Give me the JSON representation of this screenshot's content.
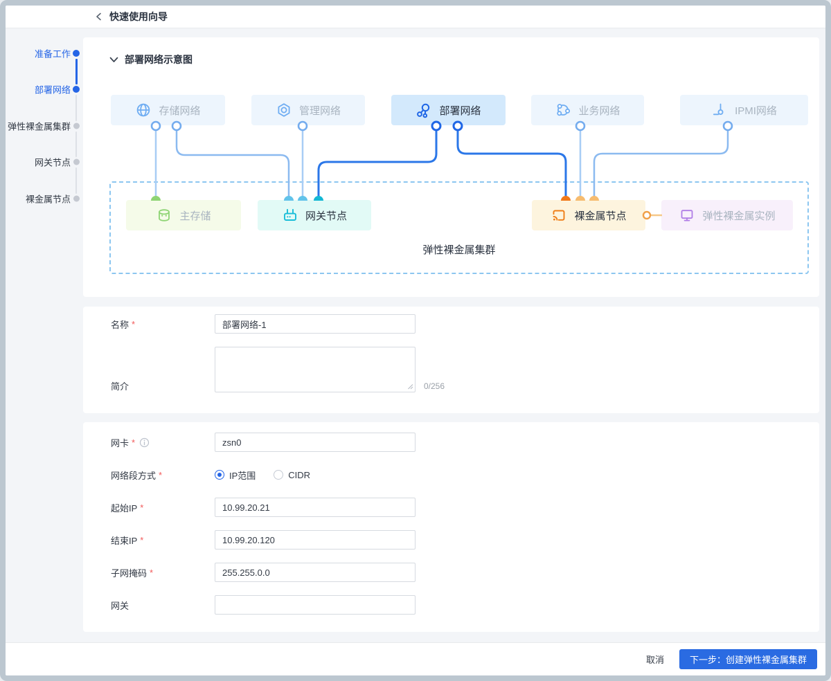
{
  "header": {
    "title": "快速使用向导"
  },
  "steps": {
    "items": [
      {
        "label": "准备工作",
        "state": "done"
      },
      {
        "label": "部署网络",
        "state": "active"
      },
      {
        "label": "弹性裸金属集群",
        "state": "pending"
      },
      {
        "label": "网关节点",
        "state": "pending"
      },
      {
        "label": "裸金属节点",
        "state": "pending"
      }
    ]
  },
  "diagram": {
    "section_title": "部署网络示意图",
    "networks": [
      {
        "label": "存储网络",
        "icon": "globe",
        "active": false
      },
      {
        "label": "管理网络",
        "icon": "hex-nut",
        "active": false
      },
      {
        "label": "部署网络",
        "icon": "share-nodes",
        "active": true
      },
      {
        "label": "业务网络",
        "icon": "ring-nodes",
        "active": false
      },
      {
        "label": "IPMI网络",
        "icon": "probe",
        "active": false
      }
    ],
    "nodes": [
      {
        "label": "主存储",
        "icon": "database"
      },
      {
        "label": "网关节点",
        "icon": "router"
      },
      {
        "label": "裸金属节点",
        "icon": "cast"
      },
      {
        "label": "弹性裸金属实例",
        "icon": "monitor"
      }
    ],
    "cluster_label": "弹性裸金属集群"
  },
  "form_basic": {
    "name_label": "名称",
    "name_value": "部署网络-1",
    "desc_label": "简介",
    "desc_value": "",
    "desc_counter": "0/256"
  },
  "form_network": {
    "nic_label": "网卡",
    "nic_value": "zsn0",
    "segment_label": "网络段方式",
    "radio_ip_range": "IP范围",
    "radio_cidr": "CIDR",
    "segment_selected": "IP范围",
    "start_ip_label": "起始IP",
    "start_ip_value": "10.99.20.21",
    "end_ip_label": "结束IP",
    "end_ip_value": "10.99.20.120",
    "mask_label": "子网掩码",
    "mask_value": "255.255.0.0",
    "gateway_label": "网关",
    "gateway_value": ""
  },
  "footer": {
    "cancel_label": "取消",
    "next_label": "下一步：创建弹性裸金属集群"
  },
  "misc": {
    "required_mark": "*"
  },
  "colors": {
    "primary": "#2565e6",
    "required_red": "#f25a5a",
    "line_dark_blue": "#2b77e8",
    "line_light_blue": "#a8cdf5",
    "storage_green": "#8ed474",
    "gateway_cyan": "#17bdd8",
    "baremetal_orange": "#ef7d16",
    "instance_purple": "#b07de6",
    "frame_border": "#bcc7d0"
  }
}
